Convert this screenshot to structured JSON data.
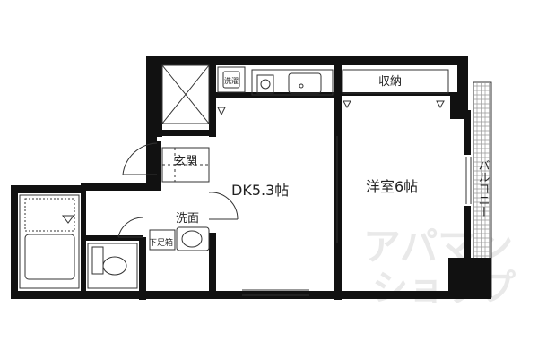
{
  "rooms": {
    "dk": "DK5.3帖",
    "western": "洋室6帖",
    "storage": "収納",
    "entrance": "玄関",
    "washroom": "洗面",
    "shoe_box": "下足箱",
    "balcony": "バルコニー",
    "laundry": "洗濯"
  },
  "watermark": {
    "line1": "アパマン",
    "line2": "ショップ"
  }
}
